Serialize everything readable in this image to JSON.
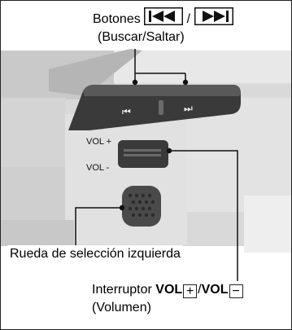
{
  "top_label": {
    "line1": "Botones",
    "separator": "/",
    "line2": "(Buscar/Saltar)"
  },
  "left_label": {
    "text": "Rueda de selección izquierda"
  },
  "bottom_label": {
    "prefix": "Interruptor ",
    "vol_a": "VOL",
    "plus": "+",
    "slash": "/",
    "vol_b": "VOL",
    "minus": "−",
    "line2": "(Volumen)"
  },
  "switch_labels": {
    "vol_plus": "VOL +",
    "vol_minus": "VOL -"
  },
  "button_glyphs": {
    "prev": "⏮",
    "next": "⏭"
  },
  "icons": [
    "skip-back-icon",
    "skip-forward-icon"
  ],
  "colors": {
    "background": "#ffffff",
    "photo_light": "#dedede",
    "photo_mid": "#bcbcbc",
    "control_dark": "#3a3a3a",
    "text": "#111111"
  }
}
